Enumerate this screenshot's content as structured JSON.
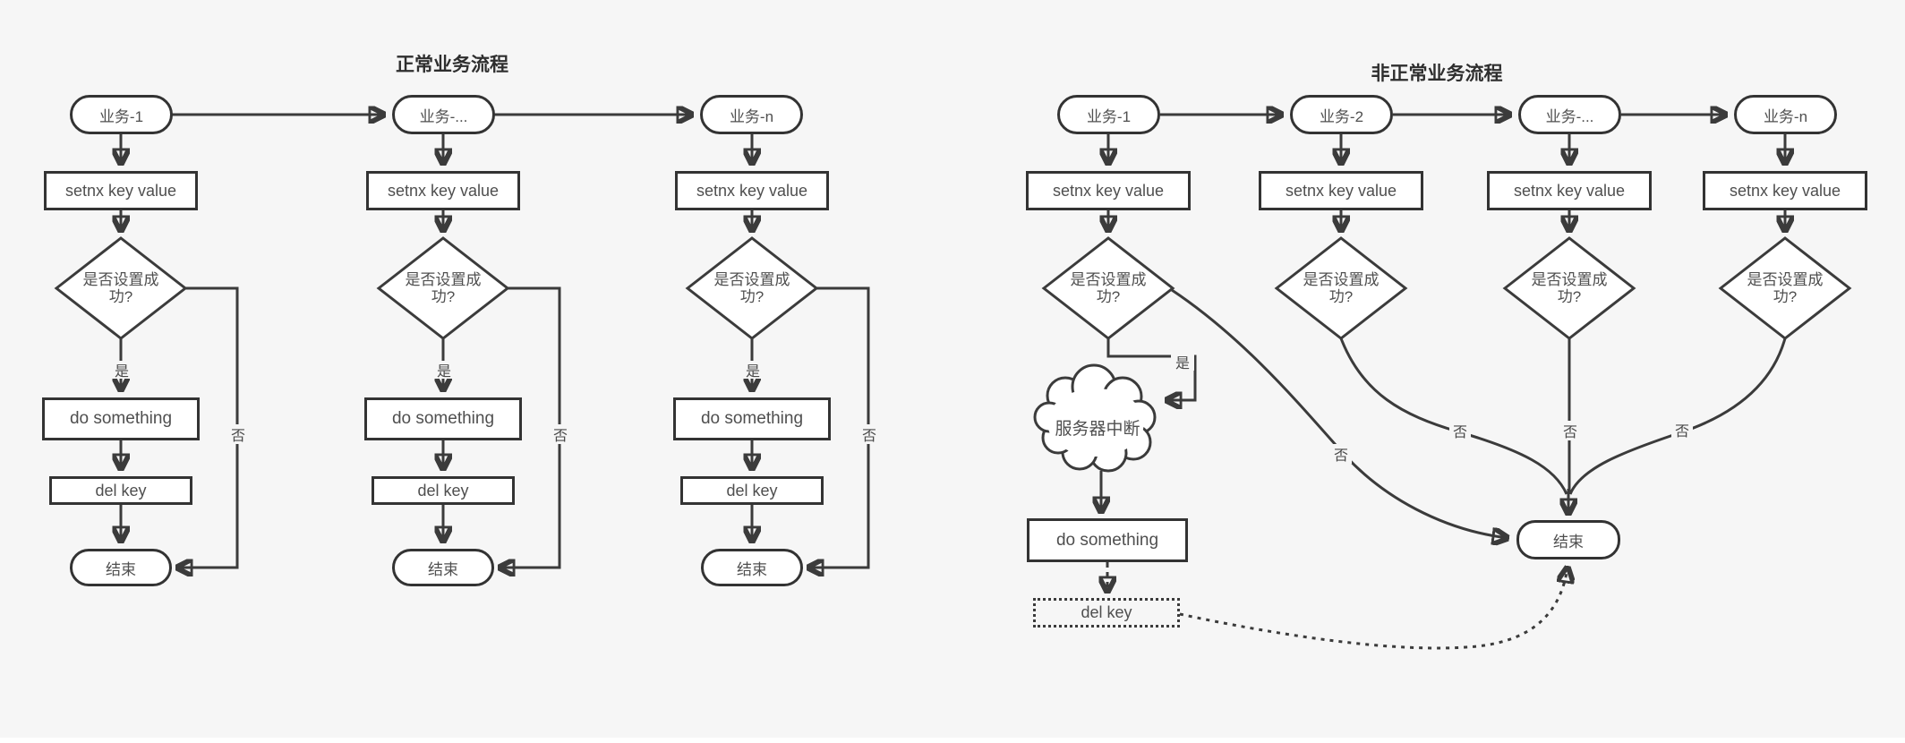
{
  "colors": {
    "background": "#f6f6f6",
    "stroke": "#3b3b3b",
    "node_fill": "#ffffff",
    "text": "#4a4a4a"
  },
  "normal": {
    "title": "正常业务流程",
    "yes_label": "是",
    "no_label": "否",
    "columns": [
      {
        "start": "业务-1",
        "setnx": "setnx key value",
        "decision": "是否设置成功?",
        "do": "do something",
        "del": "del key",
        "end": "结束"
      },
      {
        "start": "业务-...",
        "setnx": "setnx key value",
        "decision": "是否设置成功?",
        "do": "do something",
        "del": "del key",
        "end": "结束"
      },
      {
        "start": "业务-n",
        "setnx": "setnx key value",
        "decision": "是否设置成功?",
        "do": "do something",
        "del": "del key",
        "end": "结束"
      }
    ]
  },
  "abnormal": {
    "title": "非正常业务流程",
    "yes_label": "是",
    "no_label": "否",
    "columns": [
      {
        "start": "业务-1",
        "setnx": "setnx key value",
        "decision": "是否设置成功?"
      },
      {
        "start": "业务-2",
        "setnx": "setnx key value",
        "decision": "是否设置成功?"
      },
      {
        "start": "业务-...",
        "setnx": "setnx key value",
        "decision": "是否设置成功?"
      },
      {
        "start": "业务-n",
        "setnx": "setnx key value",
        "decision": "是否设置成功?"
      }
    ],
    "cloud": "服务器中断",
    "do": "do something",
    "del": "del key",
    "end": "结束"
  }
}
